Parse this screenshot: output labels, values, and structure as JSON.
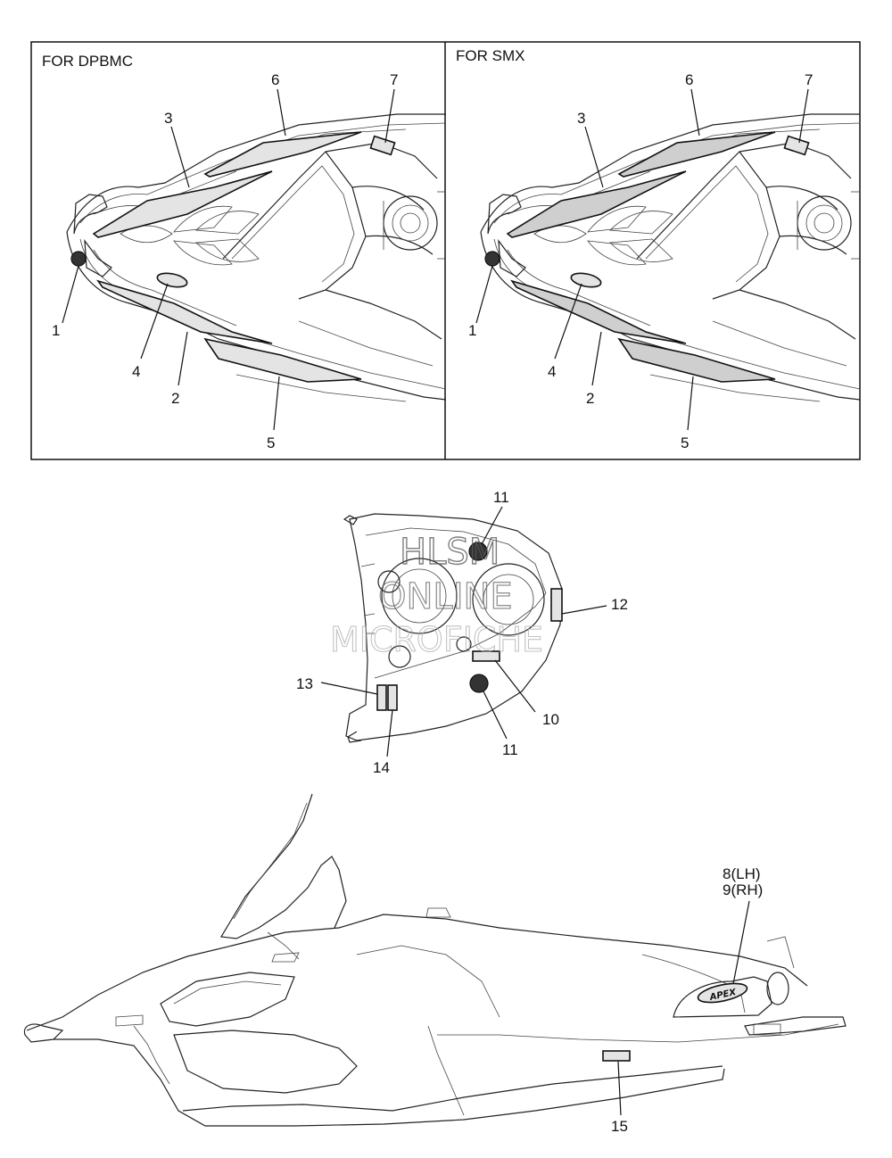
{
  "panels": [
    {
      "title": "FOR DPBMC"
    },
    {
      "title": "FOR SMX"
    }
  ],
  "callouts": {
    "p1_1": "1",
    "p1_2": "2",
    "p1_3": "3",
    "p1_4": "4",
    "p1_5": "5",
    "p1_6": "6",
    "p1_7": "7",
    "p2_1": "1",
    "p2_2": "2",
    "p2_3": "3",
    "p2_4": "4",
    "p2_5": "5",
    "p2_6": "6",
    "p2_7": "7",
    "mid_11_top": "11",
    "mid_12": "12",
    "mid_13": "13",
    "mid_10": "10",
    "mid_11_bottom": "11",
    "mid_14": "14",
    "side_8": "8(LH)",
    "side_9": "9(RH)",
    "side_15": "15"
  },
  "watermark": {
    "line1": "HLSM",
    "line2": "ONLINE",
    "line3": "MICROFICHE"
  },
  "decal_text": {
    "apex": "APEX"
  }
}
